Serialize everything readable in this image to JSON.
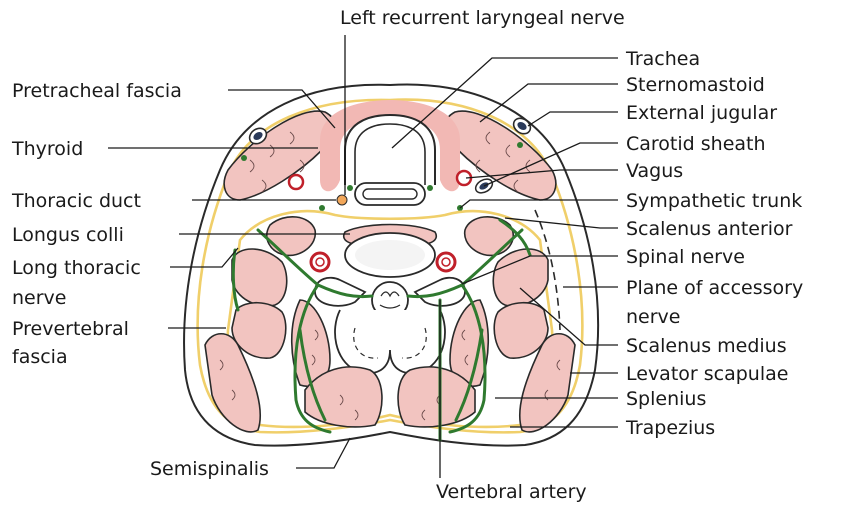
{
  "labels": {
    "left_recurrent_laryngeal_nerve": "Left recurrent laryngeal nerve",
    "pretracheal_fascia": "Pretracheal fascia",
    "thyroid": "Thyroid",
    "thoracic_duct": "Thoracic duct",
    "longus_colli": "Longus colli",
    "long_thoracic_nerve_1": "Long thoracic",
    "long_thoracic_nerve_2": "nerve",
    "prevertebral_fascia_1": "Prevertebral",
    "prevertebral_fascia_2": "fascia",
    "semispinalis": "Semispinalis",
    "vertebral_artery": "Vertebral artery",
    "trachea": "Trachea",
    "sternomastoid": "Sternomastoid",
    "external_jugular": "External jugular",
    "carotid_sheath": "Carotid sheath",
    "vagus": "Vagus",
    "sympathetic_trunk": "Sympathetic trunk",
    "scalenus_anterior": "Scalenus anterior",
    "spinal_nerve": "Spinal nerve",
    "plane_of_accessory_nerve_1": "Plane of accessory",
    "plane_of_accessory_nerve_2": "nerve",
    "scalenus_medius": "Scalenus medius",
    "levator_scapulae": "Levator scapulae",
    "splenius": "Splenius",
    "trapezius": "Trapezius"
  },
  "colors": {
    "muscle": "#f2c4c0",
    "fascia": "#f0cf6a",
    "nerve": "#2f7a2f",
    "artery": "#c0202a",
    "outline": "#2a2a2a"
  }
}
